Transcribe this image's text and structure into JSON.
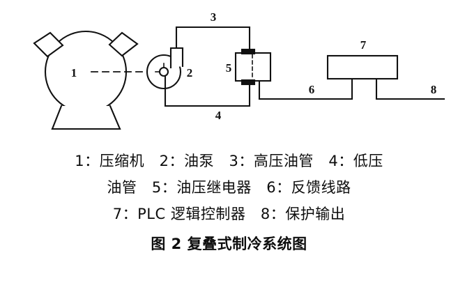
{
  "figure": {
    "title": "图 2 复叠式制冷系统图",
    "legend_lines": [
      "1：压缩机　2：油泵　3：高压油管　4：低压",
      "油管　5：油压继电器　6：反馈线路",
      "7：PLC 逻辑控制器　8：保护输出"
    ],
    "legend_items": [
      {
        "number": "1",
        "label": "压缩机"
      },
      {
        "number": "2",
        "label": "油泵"
      },
      {
        "number": "3",
        "label": "高压油管"
      },
      {
        "number": "4",
        "label": "低压油管"
      },
      {
        "number": "5",
        "label": "油压继电器"
      },
      {
        "number": "6",
        "label": "反馈线路"
      },
      {
        "number": "7",
        "label": "PLC 逻辑控制器"
      },
      {
        "number": "8",
        "label": "保护输出"
      }
    ]
  },
  "diagram": {
    "callouts": {
      "compressor": "1",
      "oil_pump": "2",
      "high_pressure_pipe": "3",
      "low_pressure_pipe": "4",
      "oil_pressure_relay": "5",
      "feedback_line": "6",
      "plc_controller": "7",
      "protection_output": "8"
    },
    "colors": {
      "stroke": "#111111",
      "background": "#ffffff"
    }
  }
}
